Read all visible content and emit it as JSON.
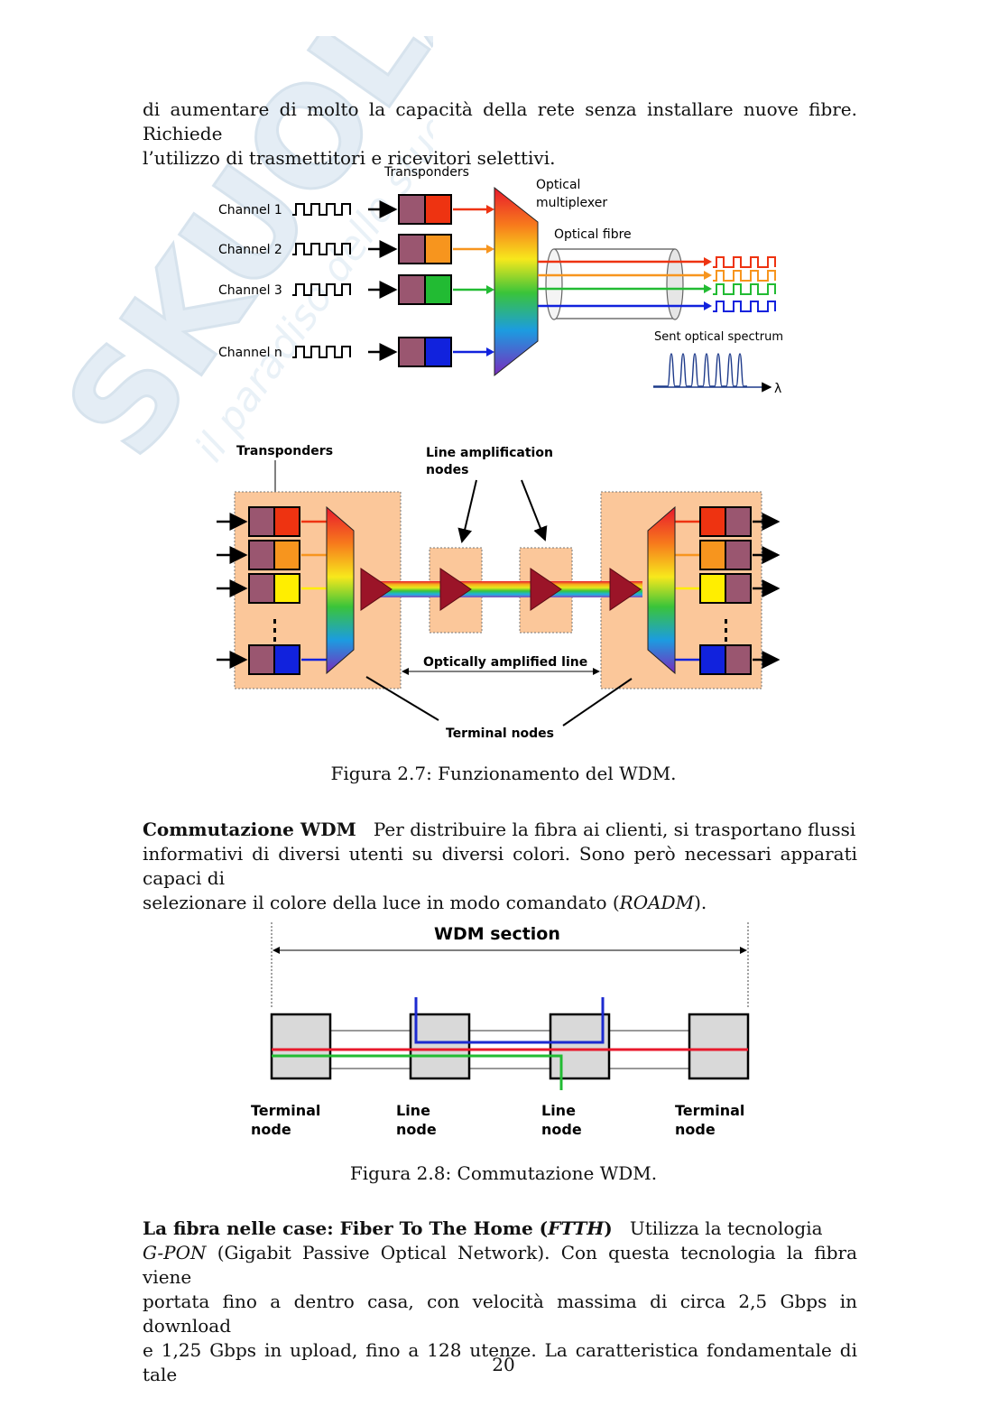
{
  "watermark": {
    "brand": "SKUOLA.net",
    "tagline": "il paradiso dello studente"
  },
  "intro": {
    "line1": "di aumentare di molto la capacità della rete senza installare nuove fibre. Richiede",
    "line2": "l’utilizzo di trasmettitori e ricevitori selettivi."
  },
  "fig1": {
    "transponders": "Transponders",
    "mux_line1": "Optical",
    "mux_line2": "multiplexer",
    "fibre": "Optical fibre",
    "spectrum": "Sent optical spectrum",
    "lambda": "λ",
    "channels": [
      "Channel 1",
      "Channel 2",
      "Channel 3",
      "Channel n"
    ],
    "channel_colors": [
      "#ee3311",
      "#f7951e",
      "#22bb33",
      "#1122dd"
    ]
  },
  "fig2": {
    "transponders": "Transponders",
    "line_amp_1": "Line amplification",
    "line_amp_2": "nodes",
    "amplified_line": "Optically amplified line",
    "terminal_nodes": "Terminal nodes"
  },
  "caption_27": "Figura 2.7: Funzionamento del WDM.",
  "commutazione": {
    "heading": "Commutazione WDM",
    "line1": "Per distribuire la fibra ai clienti, si trasportano flussi",
    "line2": "informativi di diversi utenti su diversi colori. Sono però necessari apparati capaci di",
    "line3_pre": "selezionare il colore della luce in modo comandato (",
    "line3_em": "ROADM",
    "line3_post": ")."
  },
  "fig3": {
    "section_title": "WDM section",
    "nodes": [
      {
        "line1": "Terminal",
        "line2": "node"
      },
      {
        "line1": "Line",
        "line2": "node"
      },
      {
        "line1": "Line",
        "line2": "node"
      },
      {
        "line1": "Terminal",
        "line2": "node"
      }
    ]
  },
  "caption_28": "Figura 2.8: Commutazione WDM.",
  "ftth": {
    "heading_pre": "La fibra nelle case: Fiber To The Home (",
    "heading_em": "FTTH",
    "heading_post": ")",
    "line1_rest": "Utilizza la tecnologia",
    "line2_em": "G-PON",
    "line2_rest": "(Gigabit Passive Optical Network). Con questa tecnologia la fibra viene",
    "line3": "portata fino a dentro casa, con velocità massima di circa 2,5 Gbps in download",
    "line4": "e 1,25 Gbps in upload, fino a 128 utenze. La caratteristica fondamentale di tale"
  },
  "page_number": "20"
}
